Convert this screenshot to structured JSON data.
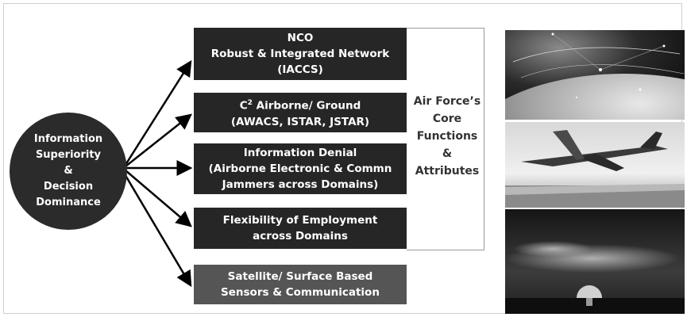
{
  "center": {
    "lines": [
      "Information",
      "Superiority",
      "&",
      "Decision",
      "Dominance"
    ]
  },
  "boxes": [
    {
      "lines": [
        "NCO",
        "Robust & Integrated Network",
        "(IACCS)"
      ]
    },
    {
      "title_pre": "C",
      "title_sup": "2",
      "title_post": " Airborne/ Ground",
      "lines": [
        "(AWACS, ISTAR, JSTAR)"
      ]
    },
    {
      "lines": [
        "Information Denial",
        "(Airborne Electronic & Commn",
        "Jammers across Domains)"
      ]
    },
    {
      "lines": [
        "Flexibility of Employment",
        "across Domains"
      ]
    },
    {
      "lines": [
        "Satellite/ Surface Based",
        "Sensors & Communication"
      ]
    }
  ],
  "core_label": {
    "lines": [
      "Air Force’s",
      "Core",
      "Functions",
      "&",
      "Attributes"
    ]
  },
  "colors": {
    "box_dark": "#262626",
    "box_gray": "#555555",
    "circle": "#2b2b2b"
  }
}
